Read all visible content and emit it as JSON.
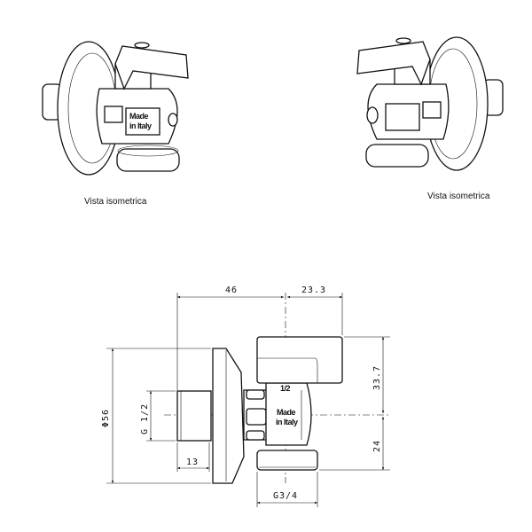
{
  "views": {
    "left_iso_caption": "Vista isometrica",
    "right_iso_caption": "Vista isometrica"
  },
  "valve_marking": {
    "line1": "Made",
    "line2": "in Italy",
    "size": "1/2"
  },
  "dimensions": {
    "width_left": "46",
    "width_right": "23.3",
    "height_top": "33.7",
    "height_bottom": "24",
    "flange_diameter": "Φ56",
    "inlet_thread": "G 1/2",
    "inlet_length": "13",
    "outlet_thread": "G3/4"
  }
}
